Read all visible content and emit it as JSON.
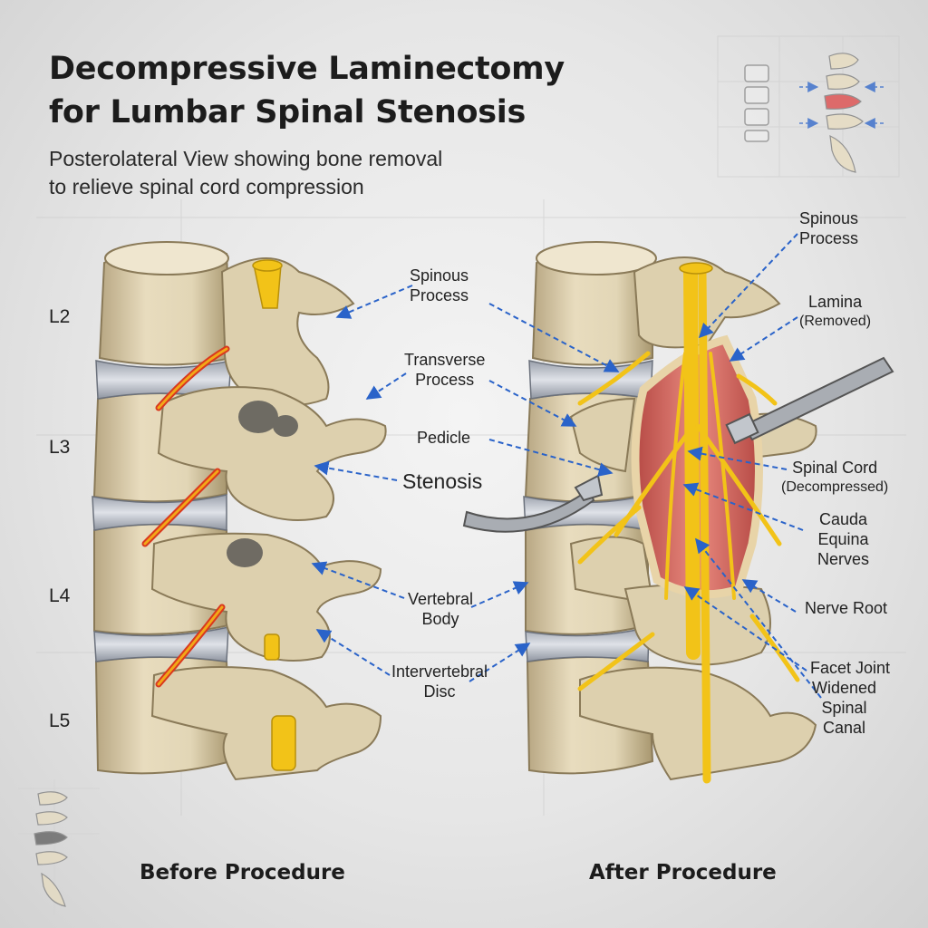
{
  "title": [
    "Decompressive Laminectomy",
    "for Lumbar Spinal Stenosis"
  ],
  "subtitle": [
    "Posterolateral View showing bone removal",
    "to relieve spinal cord compression"
  ],
  "levels": [
    "L2",
    "L3",
    "L4",
    "L5"
  ],
  "before_labels": {
    "spinous_process": [
      "Spinous",
      "Process"
    ],
    "transverse_process": [
      "Transverse",
      "Process"
    ],
    "pedicle": "Pedicle",
    "stenosis": "Stenosis",
    "vertebral_body": [
      "Vertebral",
      "Body"
    ],
    "intervertebral_disc": [
      "Intervertebral",
      "Disc"
    ]
  },
  "after_labels": {
    "spinous_process": [
      "Spinous",
      "Process"
    ],
    "lamina": [
      "Lamina",
      "(Removed)"
    ],
    "spinal_cord": [
      "Spinal Cord",
      "(Decompressed)"
    ],
    "cauda_equina": [
      "Cauda",
      "Equina",
      "Nerves"
    ],
    "nerve_root": "Nerve Root",
    "facet_joint": "Facet Joint",
    "widened_canal": [
      "Widened",
      "Spinal",
      "Canal"
    ]
  },
  "captions": {
    "before": "Before Procedure",
    "after": "After Procedure"
  },
  "colors": {
    "bone": "#e2d6b6",
    "bone_shadow": "#b8a783",
    "disc": "#c9cdd6",
    "nerve": "#f2c318",
    "inflamed_nerve": "#d9381e",
    "muscle": "#d0605a",
    "arrow": "#2a63c9"
  }
}
